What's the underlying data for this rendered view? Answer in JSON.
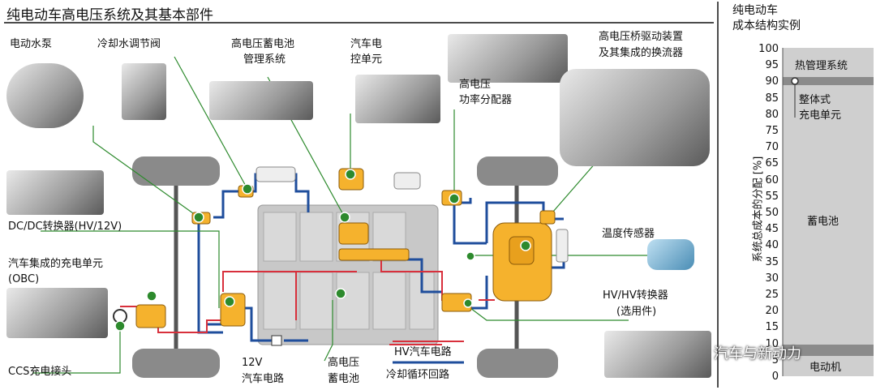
{
  "title": "纯电动车高电压系统及其基本部件",
  "components": {
    "water_pump": "电动水泵",
    "coolant_valve": "冷却水调节阀",
    "bms_line1": "高电压蓄电池",
    "bms_line2": "管理系统",
    "ecu_line1": "汽车电",
    "ecu_line2": "控单元",
    "pdu_line1": "高电压",
    "pdu_line2": "功率分配器",
    "bridge_line1": "高电压桥驱动装置",
    "bridge_line2": "及其集成的换流器",
    "dcdc": "DC/DC转换器(HV/12V)",
    "obc_line1": "汽车集成的充电单元",
    "obc_line2": "(OBC)",
    "ccs": "CCS充电接头",
    "temp_sensor": "温度传感器",
    "hvhv_line1": "HV/HV转换器",
    "hvhv_line2": "(选用件)",
    "v12_line1": "12V",
    "v12_line2": "汽车电路",
    "battery_line1": "高电压",
    "battery_line2": "蓄电池"
  },
  "legend": {
    "hv_circuit": "HV汽车电路",
    "cooling_circuit": "冷却循环回路",
    "hv_color": "#d8303c",
    "cooling_color": "#1f4e9c"
  },
  "cost_chart": {
    "title_line1": "纯电动车",
    "title_line2": "成本结构实例",
    "ylabel": "系统总成本的分配 [%]",
    "ticks": [
      "100",
      "95",
      "90",
      "85",
      "80",
      "75",
      "70",
      "65",
      "60",
      "55",
      "50",
      "45",
      "40",
      "35",
      "30",
      "25",
      "20",
      "15",
      "10",
      "5",
      "0"
    ],
    "segments": {
      "thermal": "热管理系统",
      "charger_line1": "整体式",
      "charger_line2": "充电单元",
      "battery": "蓄电池",
      "motor": "电动机"
    }
  },
  "chart_data": {
    "type": "bar",
    "title": "纯电动车 成本结构实例",
    "ylabel": "系统总成本的分配 [%]",
    "ylim": [
      0,
      100
    ],
    "categories": [
      "电动机",
      "蓄电池",
      "整体式充电单元",
      "热管理系统"
    ],
    "values": [
      7,
      73,
      10,
      10
    ]
  },
  "watermark": "汽车与新动力"
}
